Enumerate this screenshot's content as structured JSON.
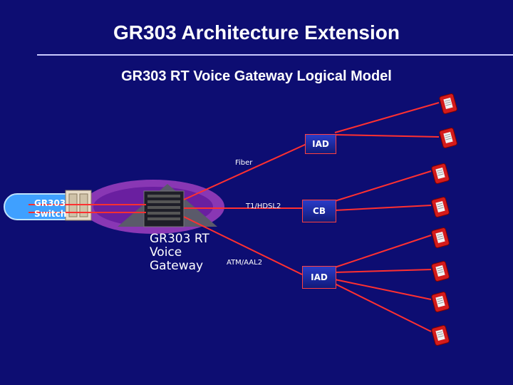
{
  "title": "GR303 Architecture Extension",
  "subtitle": "GR303 RT Voice Gateway Logical Model",
  "switch": {
    "label_line1": "GR303",
    "label_line2": "Switch"
  },
  "gateway": {
    "line1": "GR303 RT",
    "line2": "Voice",
    "line3": "Gateway"
  },
  "links": {
    "fiber": "Fiber",
    "t1": "T1/HDSL2",
    "atm": "ATM/AAL2"
  },
  "nodes": {
    "iad_top": "IAD",
    "cb": "CB",
    "iad_bottom": "IAD"
  },
  "icons": {
    "phone": "telephone-icon",
    "switch": "switch-cabinet-icon",
    "gateway": "gateway-rack-icon"
  },
  "colors": {
    "background": "#0d0d72",
    "link": "#ff3030",
    "node_border": "#ff4040"
  }
}
